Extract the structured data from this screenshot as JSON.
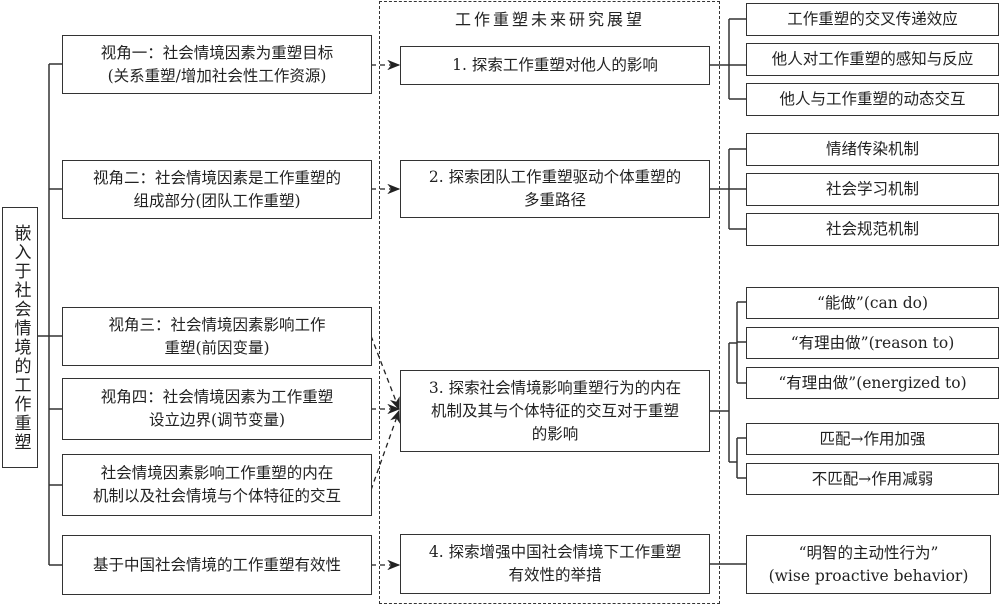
{
  "root": {
    "label": "嵌入于社会情境的工作重塑"
  },
  "perspectives": [
    {
      "lines": [
        "视角一：社会情境因素为重塑目标",
        "(关系重塑/增加社会性工作资源)"
      ]
    },
    {
      "lines": [
        "视角二：社会情境因素是工作重塑的",
        "组成部分(团队工作重塑)"
      ]
    },
    {
      "lines": [
        "视角三：社会情境因素影响工作",
        "重塑(前因变量)"
      ]
    },
    {
      "lines": [
        "视角四：社会情境因素为工作重塑",
        "设立边界(调节变量)"
      ]
    },
    {
      "lines": [
        "社会情境因素影响工作重塑的内在",
        "机制以及社会情境与个体特征的交互"
      ]
    },
    {
      "lines": [
        "基于中国社会情境的工作重塑有效性"
      ]
    }
  ],
  "future": {
    "title": "工作重塑未来研究展望",
    "items": [
      {
        "lines": [
          "1. 探索工作重塑对他人的影响"
        ]
      },
      {
        "lines": [
          "2. 探索团队工作重塑驱动个体重塑的",
          "多重路径"
        ]
      },
      {
        "lines": [
          "3. 探索社会情境影响重塑行为的内在",
          "机制及其与个体特征的交互对于重塑",
          "的影响"
        ]
      },
      {
        "lines": [
          "4. 探索增强中国社会情境下工作重塑",
          "有效性的举措"
        ]
      }
    ]
  },
  "details": {
    "group1": [
      "工作重塑的交叉传递效应",
      "他人对工作重塑的感知与反应",
      "他人与工作重塑的动态交互"
    ],
    "group2": [
      "情绪传染机制",
      "社会学习机制",
      "社会规范机制"
    ],
    "group3a": [
      "“能做”(can do)",
      "“有理由做”(reason to)",
      "“有理由做”(energized to)"
    ],
    "group3b": [
      "匹配→作用加强",
      "不匹配→作用减弱"
    ],
    "group4": [
      "“明智的主动性行为”",
      "(wise proactive behavior)"
    ]
  }
}
